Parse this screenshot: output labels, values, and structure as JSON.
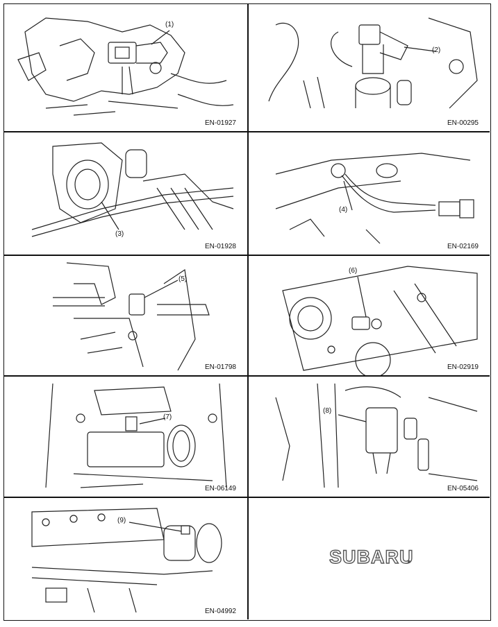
{
  "panels": [
    {
      "code": "EN-01927",
      "callout": "(1)"
    },
    {
      "code": "EN-00295",
      "callout": "(2)"
    },
    {
      "code": "EN-01928",
      "callout": "(3)"
    },
    {
      "code": "EN-02169",
      "callout": "(4)"
    },
    {
      "code": "EN-01798",
      "callout": "(5)"
    },
    {
      "code": "EN-02919",
      "callout": "(6)"
    },
    {
      "code": "EN-06149",
      "callout": "(7)"
    },
    {
      "code": "EN-05406",
      "callout": "(8)"
    },
    {
      "code": "EN-04992",
      "callout": "(9)"
    }
  ],
  "brand": {
    "logo_text": "SUBARU"
  }
}
